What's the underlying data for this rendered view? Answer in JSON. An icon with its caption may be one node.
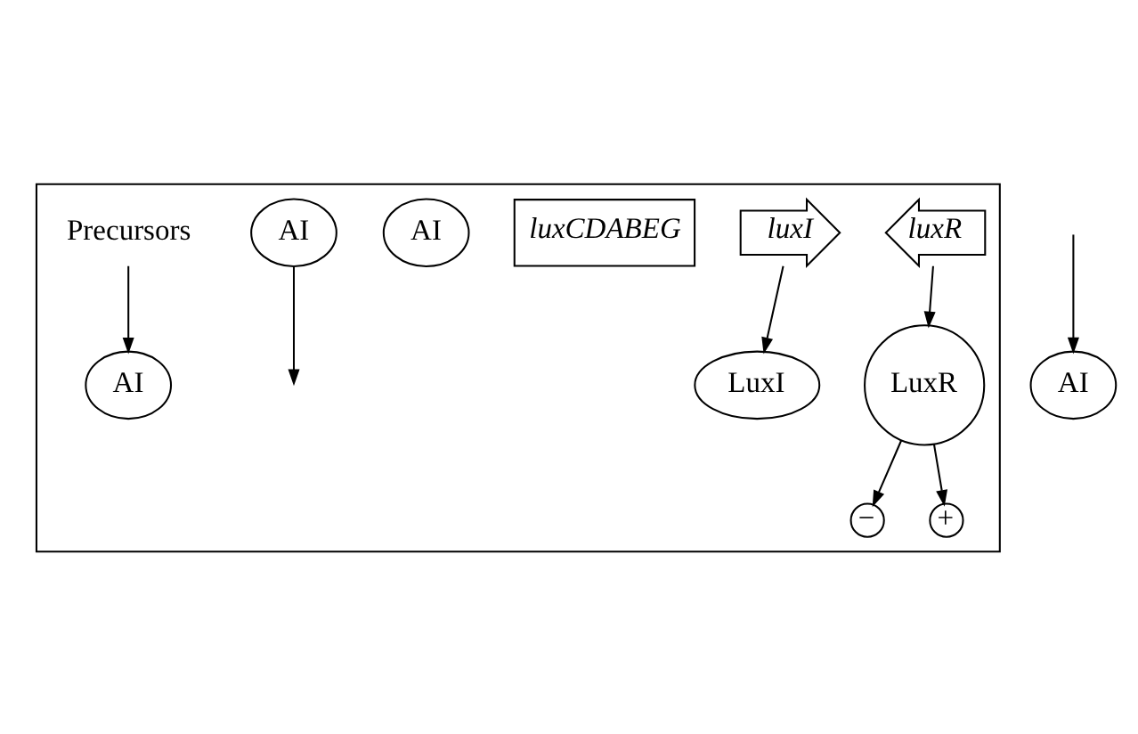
{
  "diagram": {
    "nodes": [
      {
        "text": [],
        "shape": "box"
      },
      {
        "text": [
          "luxR"
        ],
        "in": 0
      },
      {
        "text": [
          "luxI"
        ],
        "in": 0
      },
      {
        "text": [
          "luxCDABEG"
        ],
        "in": 0
      },
      {
        "text": [
          "−"
        ],
        "in": 0
      },
      {
        "text": [
          "+"
        ],
        "in": 0
      },
      {
        "text": [
          "LuxR"
        ],
        "in": 0
      },
      {
        "text": [
          "AI"
        ],
        "in": 0
      },
      {
        "text": [
          "LuxI"
        ],
        "in": 0
      },
      {
        "text": [
          "AI"
        ],
        "in": 0
      },
      {
        "text": [
          "AI"
        ],
        "in": 0
      },
      {
        "text": [
          "Precursors"
        ],
        "in": 0
      },
      {
        "text": [
          "AI"
        ]
      }
    ],
    "edges": [
      {
        "from": 1,
        "to": 6,
        "arrow": "to"
      },
      {
        "from": 6,
        "to": 4,
        "arrow": "to"
      },
      {
        "from": 6,
        "to": 5,
        "arrow": "to"
      },
      {
        "from": 2,
        "to": 8,
        "arrow": "to"
      },
      {
        "from": 11,
        "to": 9,
        "arrow": "to"
      },
      {
        "from": null,
        "to": 12,
        "arrow": "to"
      },
      {
        "from": 10,
        "to": null,
        "arrow": "to"
      }
    ]
  }
}
